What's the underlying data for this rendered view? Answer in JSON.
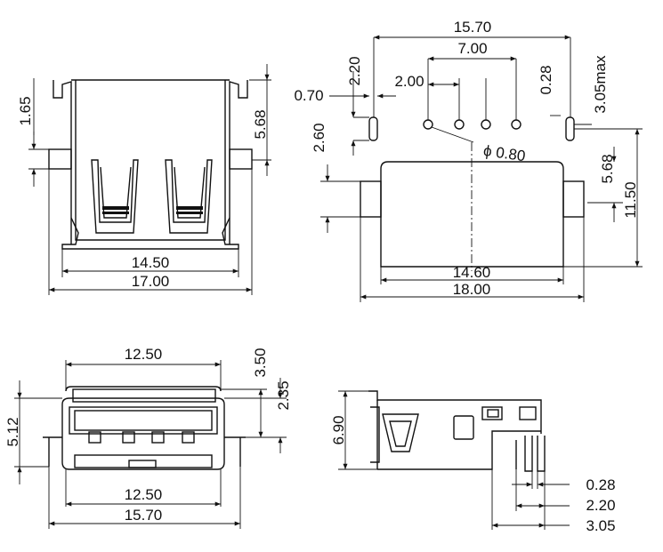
{
  "dimensions": {
    "top_left": {
      "height_1_65": "1.65",
      "height_5_68": "5.68",
      "width_14_50": "14.50",
      "width_17_00": "17.00"
    },
    "top_right": {
      "width_15_70": "15.70",
      "width_7_00": "7.00",
      "pitch_2_00": "2.00",
      "slot_2_20": "2.20",
      "slot_0_70": "0.70",
      "pin_0_28": "0.28",
      "max_3_05": "3.05max",
      "hole_dia": "ϕ 0.80",
      "offset_2_60": "2.60",
      "offset_5_68": "5.68",
      "height_11_50": "11.50",
      "width_14_60": "14.60",
      "width_18_00": "18.00"
    },
    "bottom_left": {
      "width_12_50_top": "12.50",
      "height_3_50": "3.50",
      "height_2_35": "2.35",
      "height_5_12": "5.12",
      "width_12_50_bottom": "12.50",
      "width_15_70": "15.70"
    },
    "bottom_right": {
      "height_6_90": "6.90",
      "pin_0_28": "0.28",
      "pin_2_20": "2.20",
      "pin_3_05": "3.05"
    }
  }
}
